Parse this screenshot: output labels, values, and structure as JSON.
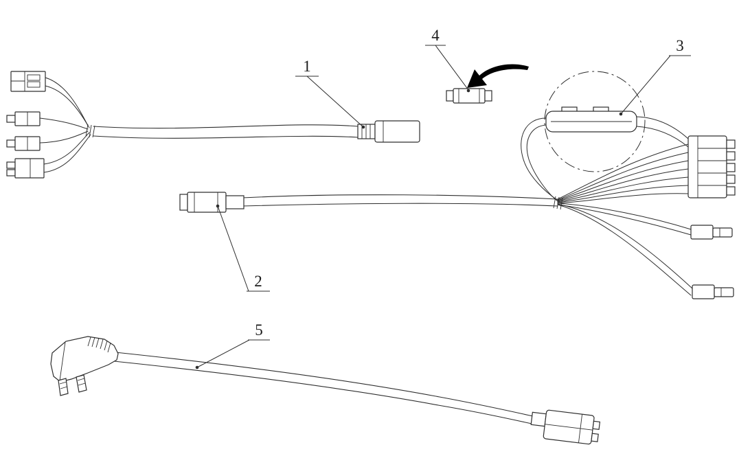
{
  "diagram": {
    "background": "#ffffff",
    "line_color": "#2d2d2d",
    "arrow_color": "#000000"
  },
  "callouts": {
    "item1": {
      "label": "1",
      "part": "inline-barrel-connector"
    },
    "item2": {
      "label": "2",
      "part": "cylindrical-plug-connector"
    },
    "item3": {
      "label": "3",
      "part": "fuse-holder"
    },
    "item4": {
      "label": "4",
      "part": "fuse"
    },
    "item5": {
      "label": "5",
      "part": "mains-plug-cable"
    }
  }
}
